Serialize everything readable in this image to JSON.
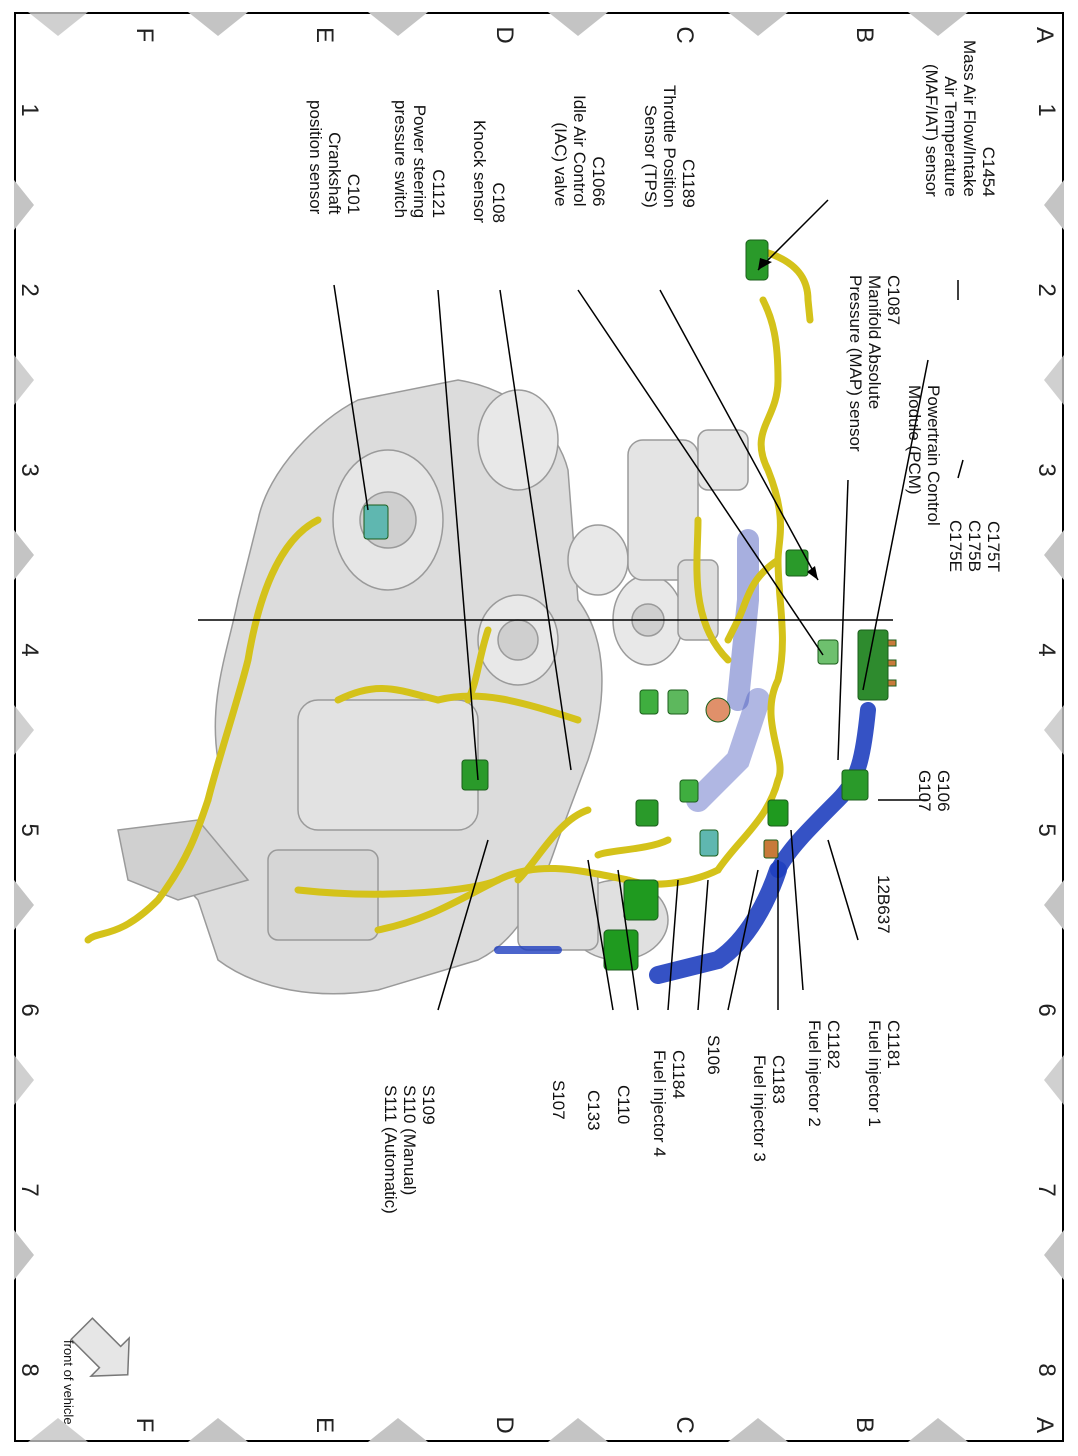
{
  "grid": {
    "columns": [
      "1",
      "2",
      "3",
      "4",
      "5",
      "6",
      "7",
      "8"
    ],
    "rows": [
      "A",
      "B",
      "C",
      "D",
      "E",
      "F"
    ]
  },
  "labels": {
    "c1454": [
      "C1454",
      "Mass Air Flow/Intake",
      "Air Temperature",
      "(MAF/IAT) sensor"
    ],
    "c1189": [
      "C1189",
      "Throttle Position",
      "Sensor (TPS)"
    ],
    "c1066": [
      "C1066",
      "Idle Air Control",
      "(IAC) valve"
    ],
    "c108": [
      "C108",
      "Knock sensor"
    ],
    "c1121": [
      "C1121",
      "Power steering",
      "pressure switch"
    ],
    "c101": [
      "C101",
      "Crankshaft",
      "position sensor"
    ],
    "c1087": [
      "C1087",
      "Manifold Absolute",
      "Pressure (MAP) sensor"
    ],
    "pcm": [
      "Powertrain Control",
      "Module (PCM)"
    ],
    "c175": [
      "C175T",
      "C175B",
      "C175E"
    ],
    "g106": [
      "G106",
      "G107"
    ],
    "b637": [
      "12B637"
    ],
    "c1181": [
      "C1181",
      "Fuel injector 1"
    ],
    "c1182": [
      "C1182",
      "Fuel injector 2"
    ],
    "c1183": [
      "C1183",
      "Fuel injector 3"
    ],
    "s106": [
      "S106"
    ],
    "c1184": [
      "C1184",
      "Fuel injector 4"
    ],
    "c110": [
      "C110"
    ],
    "c133": [
      "C133"
    ],
    "s107": [
      "S107"
    ],
    "s109": [
      "S109",
      "S110  (Manual)",
      "S111  (Automatic)"
    ],
    "front": [
      "front of vehicle"
    ]
  },
  "colors": {
    "harness_yellow": "#d4c21a",
    "connector_green": "#2a9a2a",
    "connector_teal": "#5fb7b0",
    "harness_blue": "#1f3fbf",
    "engine_grey": "#d9d9d9",
    "border_diamond": "#bfbfbf"
  }
}
